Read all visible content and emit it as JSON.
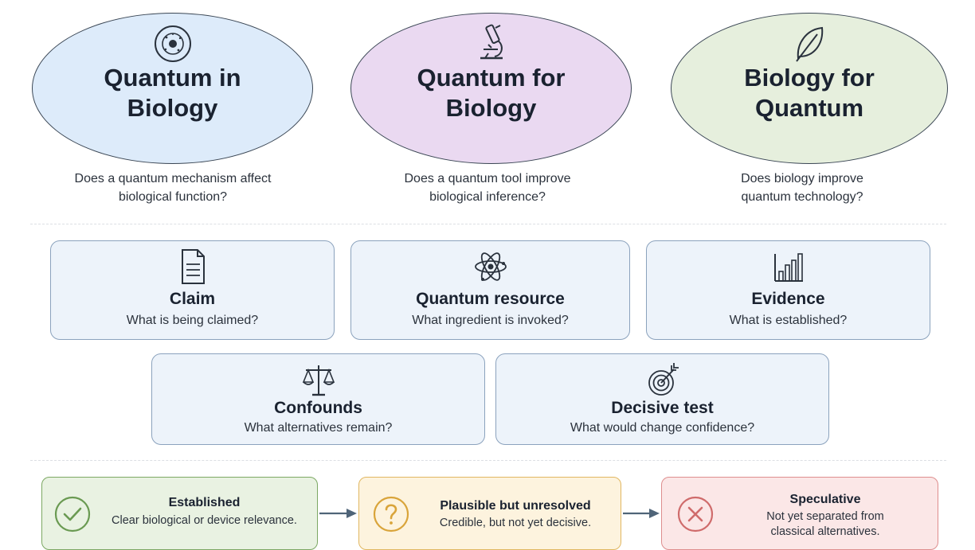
{
  "domains": [
    {
      "title_line1": "Quantum in",
      "title_line2": "Biology",
      "question_line1": "Does a quantum mechanism affect",
      "question_line2": "biological function?",
      "icon": "cell-icon",
      "fill": "#ddebfa"
    },
    {
      "title_line1": "Quantum for",
      "title_line2": "Biology",
      "question_line1": "Does a quantum tool improve",
      "question_line2": "biological inference?",
      "icon": "microscope-icon",
      "fill": "#ead9f1"
    },
    {
      "title_line1": "Biology for",
      "title_line2": "Quantum",
      "question_line1": "Does biology improve",
      "question_line2": "quantum technology?",
      "icon": "leaf-icon",
      "fill": "#e6efdd"
    }
  ],
  "criteria": [
    {
      "title": "Claim",
      "question": "What is being claimed?",
      "icon": "document-icon"
    },
    {
      "title": "Quantum resource",
      "question": "What ingredient is invoked?",
      "icon": "atom-icon"
    },
    {
      "title": "Evidence",
      "question": "What is established?",
      "icon": "bar-chart-icon"
    },
    {
      "title": "Confounds",
      "question": "What alternatives remain?",
      "icon": "scales-icon"
    },
    {
      "title": "Decisive test",
      "question": "What would change confidence?",
      "icon": "target-icon"
    }
  ],
  "statuses": [
    {
      "title": "Established",
      "line1": "Clear biological or device relevance.",
      "line2": "",
      "icon": "check-circle-icon",
      "color": "#6a9a52"
    },
    {
      "title": "Plausible but unresolved",
      "line1": "Credible, but not yet decisive.",
      "line2": "",
      "icon": "question-circle-icon",
      "color": "#d9a43a"
    },
    {
      "title": "Speculative",
      "line1": "Not yet separated from",
      "line2": "classical alternatives.",
      "icon": "x-circle-icon",
      "color": "#cf6b6b"
    }
  ]
}
